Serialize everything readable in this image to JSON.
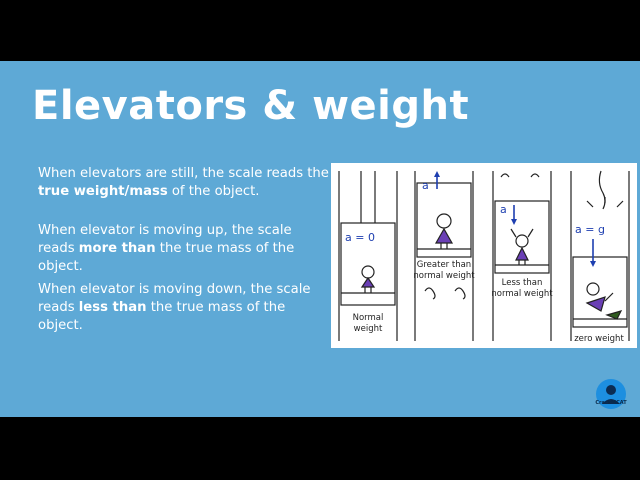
{
  "slide": {
    "title": "Elevators & weight",
    "paragraphs": [
      {
        "before": "When elevators are still, the scale reads the ",
        "strong": "true weight/mass",
        "after": " of the object."
      },
      {
        "before": "When elevator is moving up, the scale reads ",
        "strong": "more than",
        "after": " the true mass of the object."
      },
      {
        "before": "When elevator is moving down, the scale reads ",
        "strong": "less than",
        "after": " the true mass of the object."
      }
    ]
  },
  "figure": {
    "panels": [
      {
        "accel_label": "a = 0",
        "caption": [
          "Normal",
          "weight"
        ]
      },
      {
        "accel_label": "a",
        "caption": [
          "Greater than",
          "normal weight"
        ]
      },
      {
        "accel_label": "a",
        "caption": [
          "Less than",
          "normal weight"
        ]
      },
      {
        "accel_label": "a = g",
        "caption": [
          "zero weight"
        ]
      }
    ],
    "colors": {
      "ink": "#222222",
      "arrow": "#1e3fb0",
      "dress": "#6a3fb5"
    }
  },
  "logo": {
    "icon": "cracking-mcat-logo-icon",
    "text": "CrackMCAT"
  },
  "colors": {
    "slide_bg": "#5ea9d6",
    "letterbox": "#000000",
    "text": "#ffffff"
  }
}
